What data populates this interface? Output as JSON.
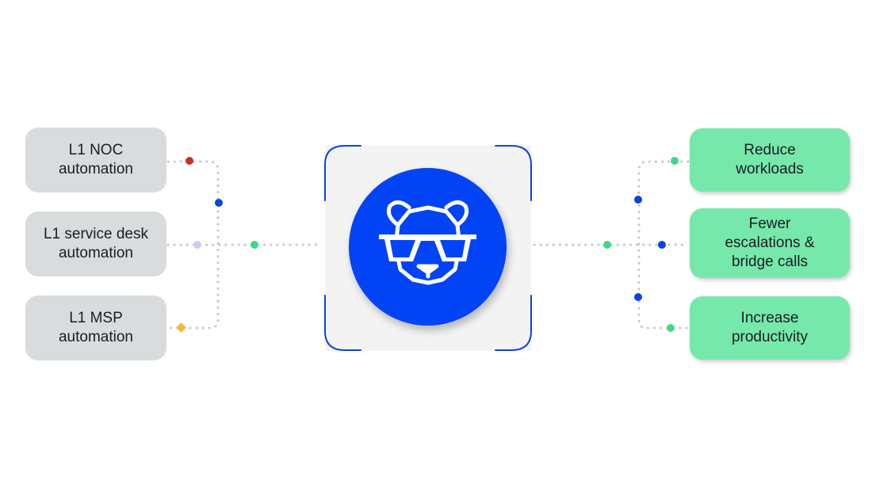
{
  "inputs": [
    {
      "label": "L1 NOC\nautomation"
    },
    {
      "label": "L1 service desk\nautomation"
    },
    {
      "label": "L1 MSP\nautomation"
    }
  ],
  "outcomes": [
    {
      "label": "Reduce\nworkloads"
    },
    {
      "label": "Fewer\nescalations &\nbridge calls"
    },
    {
      "label": "Increase\nproductivity"
    }
  ],
  "colors": {
    "input_box": "#d9dcdd",
    "outcome_box": "#76e8ab",
    "logo_blue": "#0244f5",
    "dot_red": "#c7302c",
    "dot_blue": "#0a44e5",
    "dot_lavender": "#d5c7f4",
    "dot_green": "#3ed987",
    "dot_orange": "#f6b63f",
    "wire": "#c4c7cc"
  },
  "center": {
    "logo_icon": "panda-with-sunglasses-icon"
  }
}
